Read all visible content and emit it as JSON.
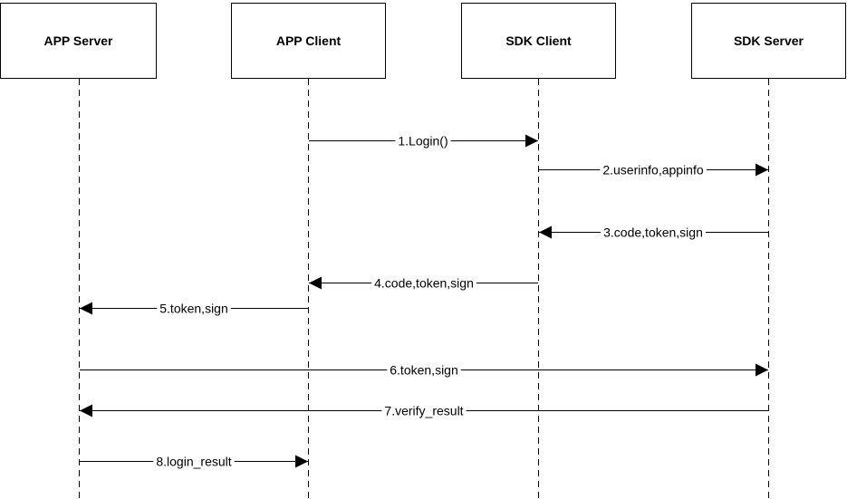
{
  "participants": [
    {
      "id": "app_server",
      "label": "APP Server"
    },
    {
      "id": "app_client",
      "label": "APP Client"
    },
    {
      "id": "sdk_client",
      "label": "SDK Client"
    },
    {
      "id": "sdk_server",
      "label": "SDK Server"
    }
  ],
  "messages": [
    {
      "label": "1.Login()",
      "from": "app_client",
      "to": "sdk_client"
    },
    {
      "label": "2.userinfo,appinfo",
      "from": "sdk_client",
      "to": "sdk_server"
    },
    {
      "label": "3.code,token,sign",
      "from": "sdk_server",
      "to": "sdk_client"
    },
    {
      "label": "4.code,token,sign",
      "from": "sdk_client",
      "to": "app_client"
    },
    {
      "label": "5.token,sign",
      "from": "app_client",
      "to": "app_server"
    },
    {
      "label": "6.token,sign",
      "from": "app_server",
      "to": "sdk_server"
    },
    {
      "label": "7.verify_result",
      "from": "sdk_server",
      "to": "app_server"
    },
    {
      "label": "8.login_result",
      "from": "app_server",
      "to": "app_client"
    }
  ]
}
